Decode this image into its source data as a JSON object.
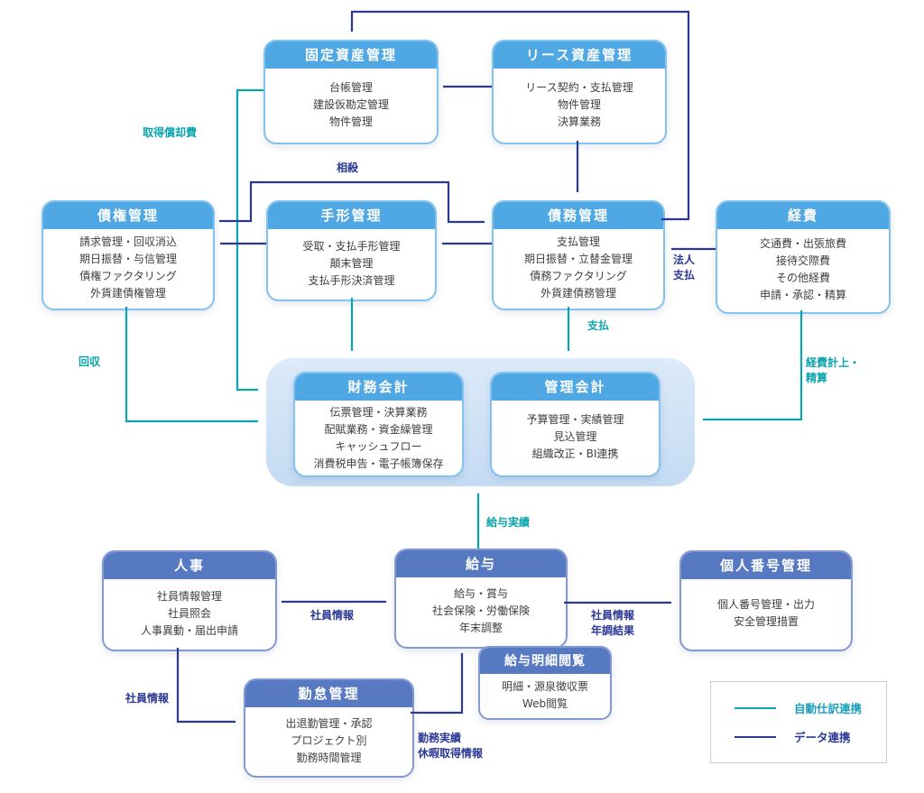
{
  "colors": {
    "sky_header": "#4FA7E3",
    "sky_border": "#82C2EE",
    "indigo_header": "#5679C2",
    "indigo_border": "#8399D2",
    "teal_link": "#0BA4AE",
    "navy_link": "#2B3894",
    "container_fill": "#C4DBF3"
  },
  "modules": {
    "fixed_assets": {
      "title": "固定資産管理",
      "items": [
        "台帳管理",
        "建設仮勘定管理",
        "物件管理"
      ]
    },
    "lease_assets": {
      "title": "リース資産管理",
      "items": [
        "リース契約・支払管理",
        "物件管理",
        "決算業務"
      ]
    },
    "receivables": {
      "title": "債権管理",
      "items": [
        "請求管理・回収消込",
        "期日振替・与信管理",
        "債権ファクタリング",
        "外貨建債権管理"
      ]
    },
    "bills": {
      "title": "手形管理",
      "items": [
        "受取・支払手形管理",
        "顛末管理",
        "支払手形決済管理"
      ]
    },
    "payables": {
      "title": "債務管理",
      "items": [
        "支払管理",
        "期日振替・立替金管理",
        "債務ファクタリング",
        "外貨建債務管理"
      ]
    },
    "expenses": {
      "title": "経費",
      "items": [
        "交通費・出張旅費",
        "接待交際費",
        "その他経費",
        "申請・承認・精算"
      ]
    },
    "financial_accounting": {
      "title": "財務会計",
      "items": [
        "伝票管理・決算業務",
        "配賦業務・資金繰管理",
        "キャッシュフロー",
        "消費税申告・電子帳簿保存"
      ]
    },
    "management_accounting": {
      "title": "管理会計",
      "items": [
        "予算管理・実績管理",
        "見込管理",
        "組織改正・BI連携"
      ]
    },
    "hr": {
      "title": "人事",
      "items": [
        "社員情報管理",
        "社員照会",
        "人事異動・届出申請"
      ]
    },
    "payroll": {
      "title": "給与",
      "items": [
        "給与・賞与",
        "社会保険・労働保険",
        "年末調整"
      ]
    },
    "my_number": {
      "title": "個人番号管理",
      "items": [
        "個人番号管理・出力",
        "安全管理措置"
      ]
    },
    "attendance": {
      "title": "勤怠管理",
      "items": [
        "出退勤管理・承認",
        "プロジェクト別",
        "勤務時間管理"
      ]
    },
    "payslip_view": {
      "title": "給与明細閲覧",
      "items": [
        "明細・源泉徴収票",
        "Web閲覧"
      ]
    }
  },
  "edge_labels": {
    "acquisition_depreciation": "取得償却費",
    "offset": "相殺",
    "corporate_payment": [
      "法人",
      "支払"
    ],
    "payment": "支払",
    "collection": "回収",
    "expense_posting": [
      "経費計上・",
      "精算"
    ],
    "payroll_results": "給与実績",
    "employee_info": "社員情報",
    "employee_info_yearend": [
      "社員情報",
      "年調結果"
    ],
    "employee_info_attendance": "社員情報",
    "work_results": [
      "勤務実績",
      "休暇取得情報"
    ]
  },
  "legend": {
    "auto_journal": "自動仕訳連携",
    "data_link": "データ連携"
  }
}
